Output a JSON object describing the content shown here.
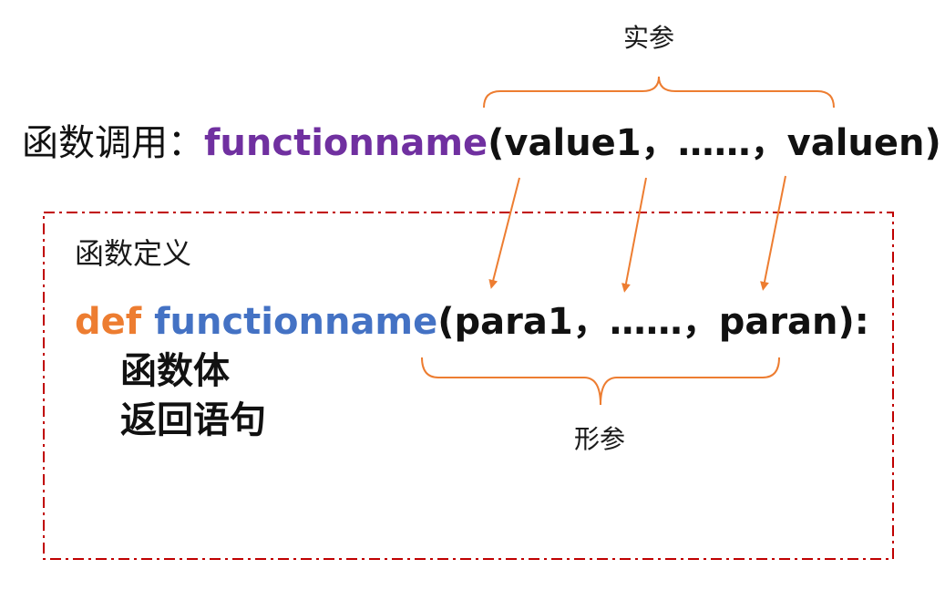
{
  "labels": {
    "actual_params": "实参",
    "formal_params": "形参"
  },
  "call_line": {
    "prefix": "函数调用：",
    "func_name": "functionname",
    "args": "(value1，……，valuen)"
  },
  "definition": {
    "title": "函数定义",
    "keyword": "def",
    "func_name": "functionname",
    "params": "(para1，……，paran):",
    "body": "函数体",
    "return_stmt": "返回语句"
  },
  "colors": {
    "call_func": "#7030a0",
    "def_keyword": "#ed7d31",
    "def_func": "#4472c4",
    "brace_arrow": "#ed7d31",
    "box_border": "#c00000",
    "text": "#111111"
  }
}
